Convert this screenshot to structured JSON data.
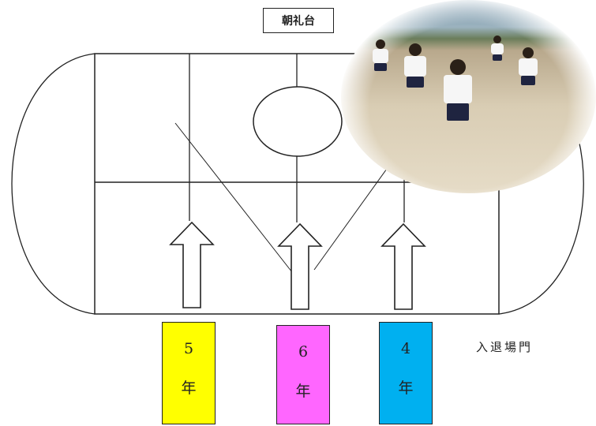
{
  "stand": {
    "label": "朝礼台"
  },
  "grades": [
    {
      "num": "5",
      "suffix": "年",
      "color": "#ffff00"
    },
    {
      "num": "6",
      "suffix": "年",
      "color": "#ff66ff"
    },
    {
      "num": "4",
      "suffix": "年",
      "color": "#00b0f0"
    }
  ],
  "gate": {
    "label": "入退場門"
  },
  "photo": {
    "subject": "students-exercising-photo"
  }
}
